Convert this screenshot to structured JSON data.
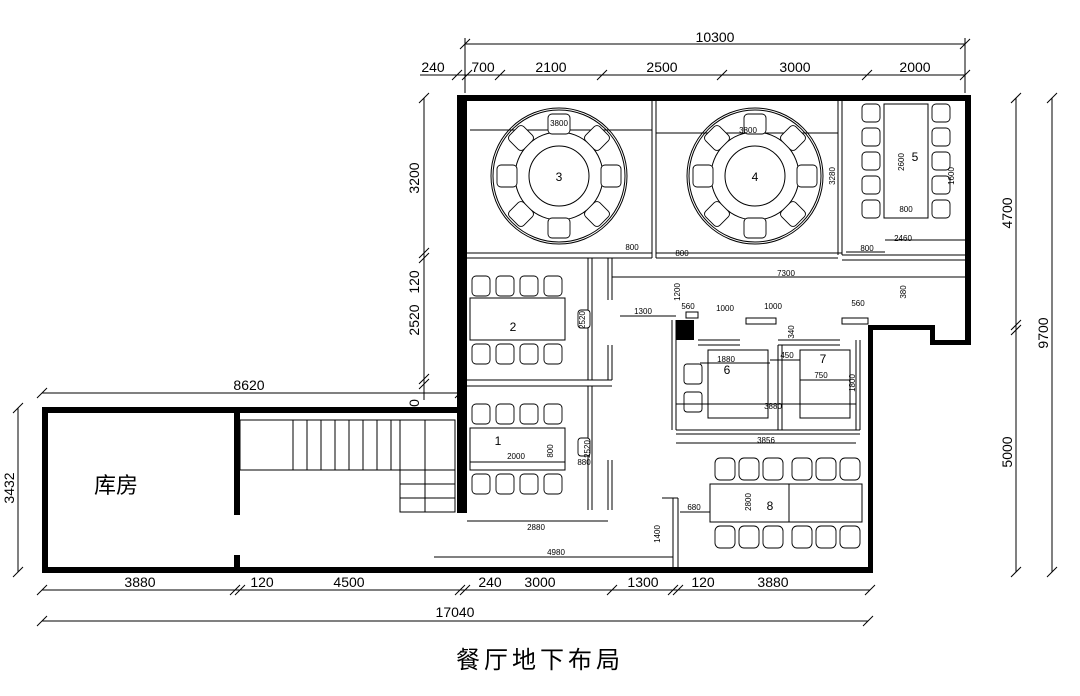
{
  "caption": "餐厅地下布局",
  "storage_label": "库房",
  "dimensions": {
    "top_total": "10300",
    "top_segments": [
      "240",
      "700",
      "2100",
      "2500",
      "3000",
      "2000"
    ],
    "left_upper_segments": [
      "3200",
      "120",
      "2520",
      "0"
    ],
    "left_lower": "3432",
    "storage_width": "8620",
    "right_segments": [
      "4700",
      "5000"
    ],
    "right_total": "9700",
    "bottom_segments": [
      "3880",
      "120",
      "4500",
      "240",
      "3000",
      "1300",
      "120",
      "3880"
    ],
    "bottom_total": "17040"
  },
  "room_numbers": [
    "1",
    "2",
    "3",
    "4",
    "5",
    "6",
    "7",
    "8"
  ],
  "small_dims": {
    "d3800a": "3800",
    "d3800b": "3800",
    "d3280": "3280",
    "d2600": "2600",
    "d1600": "1600",
    "d800a": "800",
    "d2460": "2460",
    "d800b": "800",
    "d800c": "800",
    "d800d": "800",
    "d7300": "7300",
    "d1200": "1200",
    "d380": "380",
    "d2520a": "2520",
    "d1300": "1300",
    "d560a": "560",
    "d1000a": "1000",
    "d1000b": "1000",
    "d560b": "560",
    "d340": "340",
    "d1880": "1880",
    "d450": "450",
    "d750": "750",
    "d1800": "1800",
    "d3880": "3880",
    "d3856": "3856",
    "d2000": "2000",
    "d800e": "800",
    "d2520b": "2520",
    "d880": "880",
    "d680": "680",
    "d2800": "2800",
    "d2880": "2880",
    "d1400": "1400",
    "d4980": "4980"
  }
}
